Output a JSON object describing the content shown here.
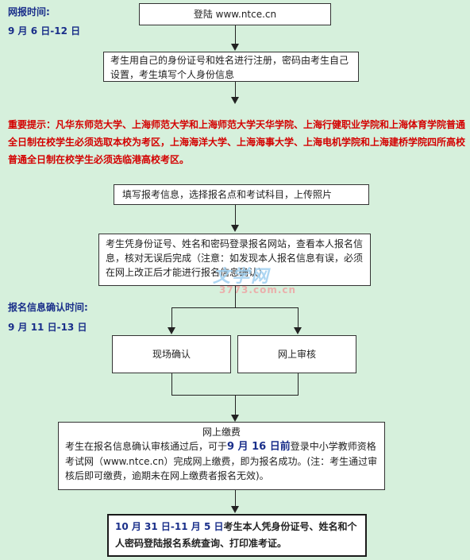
{
  "online_registration": {
    "title": "网报时间:",
    "dates": "9 月 6 日-12 日"
  },
  "steps": {
    "login": "登陆 www.ntce.cn",
    "register": "考生用自己的身份证号和姓名进行注册，密码由考生自己设置，考生填写个人身份信息",
    "fill_info": "填写报考信息，选择报名点和考试科目，上传照片",
    "verify": "考生凭身份证号、姓名和密码登录报名网站，查看本人报名信息，核对无误后完成（注意：如发现本人报名信息有误，必须在网上改正后才能进行报名信息确认）",
    "onsite": "现场确认",
    "online_review": "网上审核",
    "payment_title": "网上缴费",
    "payment_part1": "考生在报名信息确认审核通过后，可于",
    "payment_deadline": "9 月 16 日前",
    "payment_part2": "登录中小学教师资格考试网（www.ntce.cn）完成网上缴费，即为报名成功。(注：考生通过审核后即可缴费，逾期未在网上缴费者报名无效)。",
    "final_dates": "10 月 31 日-11 月 5 日",
    "final_text": "考生本人凭身份证号、姓名和个人密码登陆报名系统查询、打印准考证。"
  },
  "important_notice": "重要提示：凡华东师范大学、上海师范大学和上海师范大学天华学院、上海行健职业学院和上海体育学院普通全日制在校学生必须选取本校为考区，上海海洋大学、上海海事大学、上海电机学院和上海建桥学院四所高校普通全日制在校学生必须选临港高校考区。",
  "confirmation": {
    "title": "报名信息确认时间:",
    "dates": "9 月 11 日-13 日"
  },
  "watermark": {
    "logo_text": "文学网",
    "domain": "3773.com.cn"
  },
  "colors": {
    "background": "#d6f0dc",
    "heading_blue": "#1a2f8a",
    "notice_red": "#d40000"
  }
}
